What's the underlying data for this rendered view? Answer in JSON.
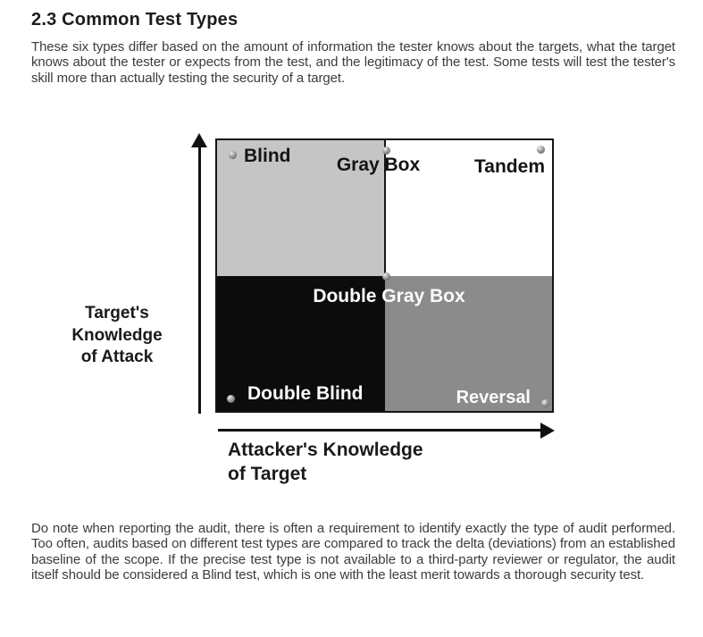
{
  "heading": "2.3 Common Test Types",
  "intro_paragraph": "These six types differ based on the amount of information the tester knows about the targets, what the target knows about the tester or expects from the test, and the legitimacy of the test. Some tests will test the tester's skill more than actually testing the security of a target.",
  "note_paragraph": "Do note when reporting the audit, there is often a requirement to identify exactly the type of audit performed. Too often, audits based on different test types are compared to track the delta (deviations) from an established baseline of the scope. If the precise test type is not available to a third-party reviewer or regulator, the audit itself should be considered a Blind test, which is one with the least merit towards a thorough security test.",
  "diagram": {
    "y_axis_label": "Target's\nKnowledge\nof Attack",
    "x_axis_label": "Attacker's Knowledge\nof Target",
    "labels": {
      "blind": "Blind",
      "gray_box": "Gray Box",
      "tandem": "Tandem",
      "double_gray_box": "Double Gray Box",
      "double_blind": "Double Blind",
      "reversal": "Reversal"
    },
    "colors": {
      "quad_top_left": "#c5c5c5",
      "quad_top_right": "#ffffff",
      "quad_bottom_left": "#0c0c0c",
      "quad_bottom_right": "#8b8b8b",
      "border": "#151515",
      "arrow": "#111111"
    },
    "markers": [
      "blind-marker",
      "gray-box-marker",
      "tandem-marker",
      "double-gray-box-marker",
      "double-blind-marker",
      "reversal-marker"
    ]
  }
}
